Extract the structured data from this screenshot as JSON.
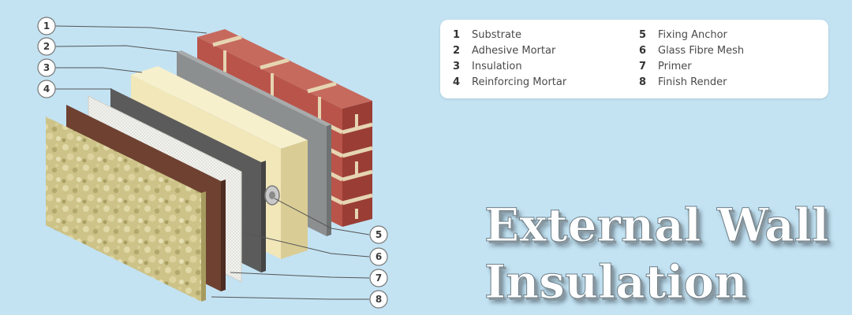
{
  "legend": {
    "items": [
      {
        "num": "1",
        "label": "Substrate"
      },
      {
        "num": "2",
        "label": "Adhesive Mortar"
      },
      {
        "num": "3",
        "label": "Insulation"
      },
      {
        "num": "4",
        "label": "Reinforcing Mortar"
      },
      {
        "num": "5",
        "label": "Fixing Anchor"
      },
      {
        "num": "6",
        "label": "Glass Fibre Mesh"
      },
      {
        "num": "7",
        "label": "Primer"
      },
      {
        "num": "8",
        "label": "Finish Render"
      }
    ]
  },
  "callouts": [
    "1",
    "2",
    "3",
    "4",
    "5",
    "6",
    "7",
    "8"
  ],
  "title": {
    "line1": "External Wall",
    "line2": "Insulation"
  },
  "colors": {
    "background": "#c3e3f3",
    "brick": "#b9544a",
    "mortar_joint": "#e6d5b2",
    "adhesive_mortar": "#8c8f90",
    "insulation": "#f1e7b9",
    "reinforcing_mortar": "#5b5b5b",
    "glass_fibre_mesh": "#f3f3f0",
    "primer": "#6e4131",
    "finish_render": "#cfc48a"
  }
}
